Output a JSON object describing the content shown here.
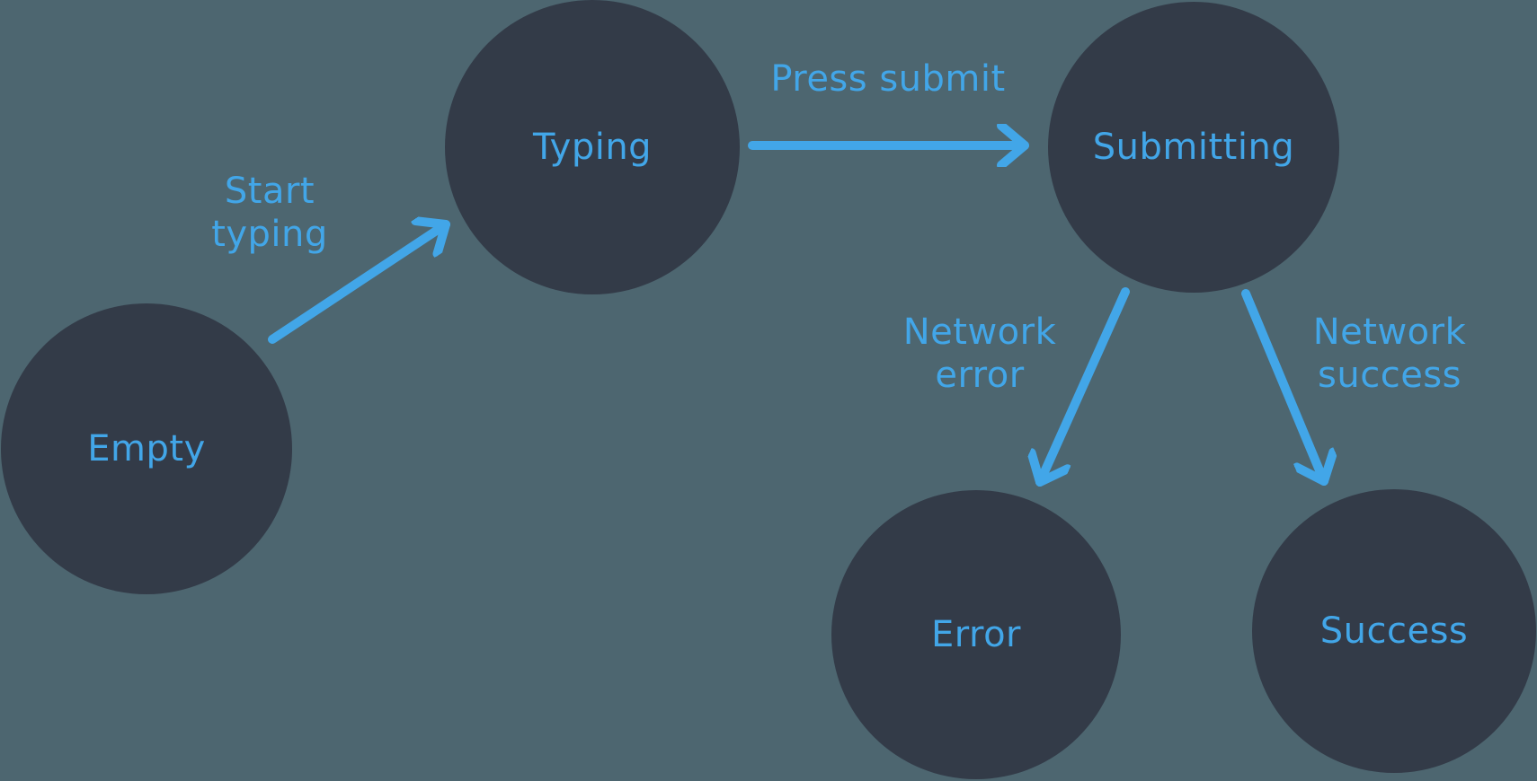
{
  "diagram": {
    "type": "state-machine",
    "colors": {
      "background": "#4d6670",
      "node_fill": "#333b48",
      "accent": "#42a6e8"
    },
    "nodes": [
      {
        "id": "empty",
        "label": "Empty"
      },
      {
        "id": "typing",
        "label": "Typing"
      },
      {
        "id": "submitting",
        "label": "Submitting"
      },
      {
        "id": "error",
        "label": "Error"
      },
      {
        "id": "success",
        "label": "Success"
      }
    ],
    "edges": [
      {
        "from": "empty",
        "to": "typing",
        "label": "Start typing"
      },
      {
        "from": "typing",
        "to": "submitting",
        "label": "Press submit"
      },
      {
        "from": "submitting",
        "to": "error",
        "label": "Network error"
      },
      {
        "from": "submitting",
        "to": "success",
        "label": "Network success"
      }
    ]
  }
}
